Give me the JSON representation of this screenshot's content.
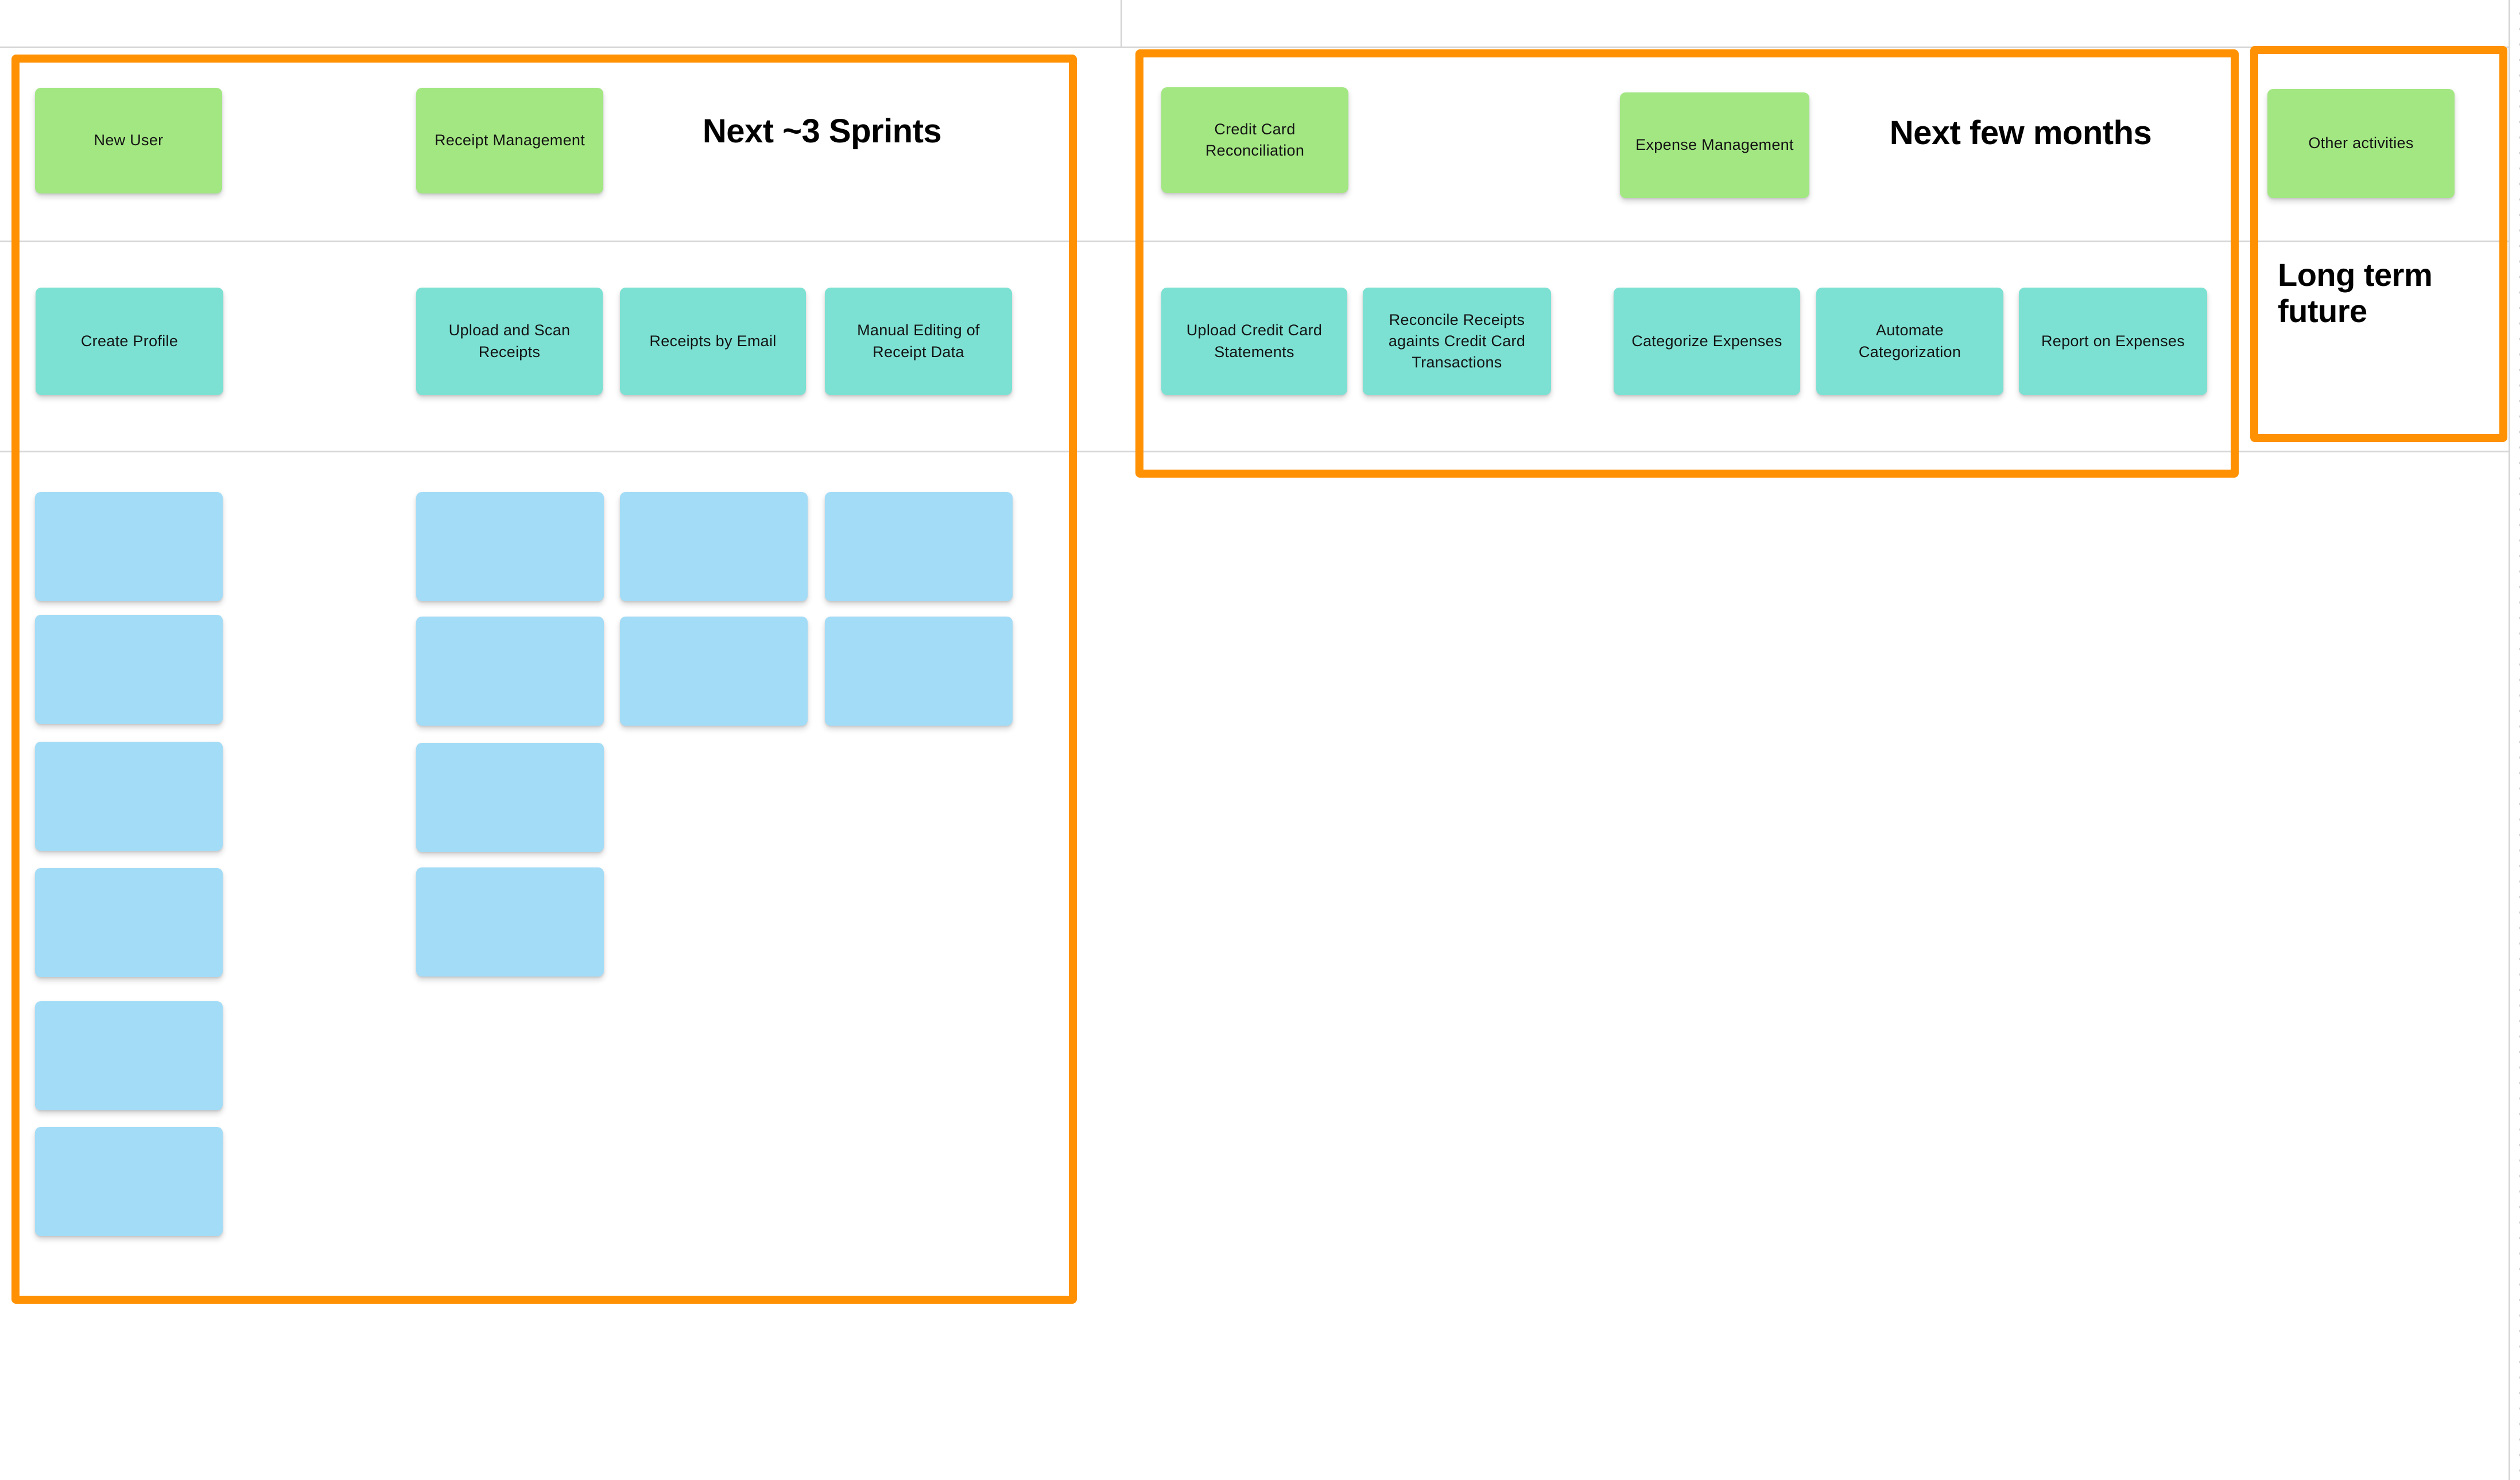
{
  "board": {
    "section_titles": {
      "next_sprints": "Next ~3 Sprints",
      "next_months": "Next few months",
      "long_term": "Long term future"
    },
    "green_stickies": [
      {
        "label": "New User"
      },
      {
        "label": "Receipt Management"
      },
      {
        "label": "Credit Card Reconciliation"
      },
      {
        "label": "Expense Management"
      },
      {
        "label": "Other activities"
      }
    ],
    "teal_stickies": [
      {
        "label": "Create Profile"
      },
      {
        "label": "Upload and Scan Receipts"
      },
      {
        "label": "Receipts by Email"
      },
      {
        "label": "Manual Editing of Receipt Data"
      },
      {
        "label": "Upload Credit Card Statements"
      },
      {
        "label": "Reconcile Receipts againts Credit Card Transactions"
      },
      {
        "label": "Categorize Expenses"
      },
      {
        "label": "Automate Categorization"
      },
      {
        "label": "Report on Expenses"
      }
    ],
    "blue_sticky_count": 14,
    "colors": {
      "frame_border": "#ff9102",
      "sticky_green": "#a3e783",
      "sticky_teal": "#7ce1d3",
      "sticky_blue": "#a3dcf7",
      "grid_line": "#d6d6d6",
      "text": "#141414"
    }
  }
}
